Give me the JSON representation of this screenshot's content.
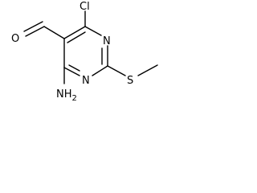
{
  "molecule": {
    "atoms": {
      "oxygen": "O",
      "chlorine": "Cl",
      "nitrogen_ring_top": "N",
      "nitrogen_ring_bottom": "N",
      "sulfur": "S",
      "amino": "NH",
      "amino_subscript": "2"
    }
  },
  "colors": {
    "bond": "#000000",
    "label": "#000000",
    "background": "#ffffff"
  }
}
